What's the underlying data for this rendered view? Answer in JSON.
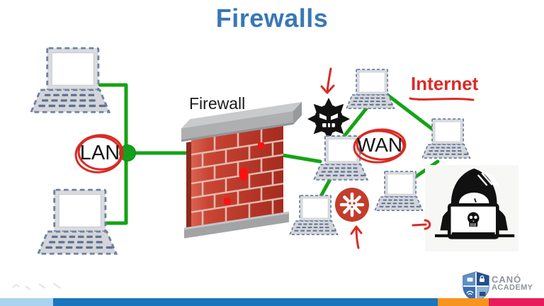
{
  "slide": {
    "title": "Firewalls"
  },
  "labels": {
    "firewall": "Firewall",
    "lan": "LAN",
    "wan": "WAN",
    "internet": "Internet"
  },
  "logo": {
    "name_top": "CANÓ",
    "name_bottom": "ACADEMY"
  },
  "icons": {
    "laptop": "laptop-icon",
    "firewall": "brick-wall-icon",
    "malware": "malware-gear-icon",
    "virus": "virus-germ-icon",
    "hacker": "hacker-hoodie-laptop-skull-icon",
    "hub": "lan-hub-node-dot",
    "annotations": [
      "red-circle-around-lan",
      "red-circle-around-wan",
      "red-underline-internet",
      "red-arrow-down",
      "red-arrow-up",
      "red-arrow-right",
      "red-blocked-packet-dots"
    ]
  },
  "colors": {
    "accent_blue": "#3878b6",
    "annotation_red": "#d92b25",
    "line_green": "#15a315",
    "brick_red": "#bf4030",
    "stripe_lightblue": "#a9d3ee",
    "stripe_blue": "#1b75bc",
    "stripe_orange": "#f7941e",
    "stripe_pink": "#e81c5c"
  }
}
